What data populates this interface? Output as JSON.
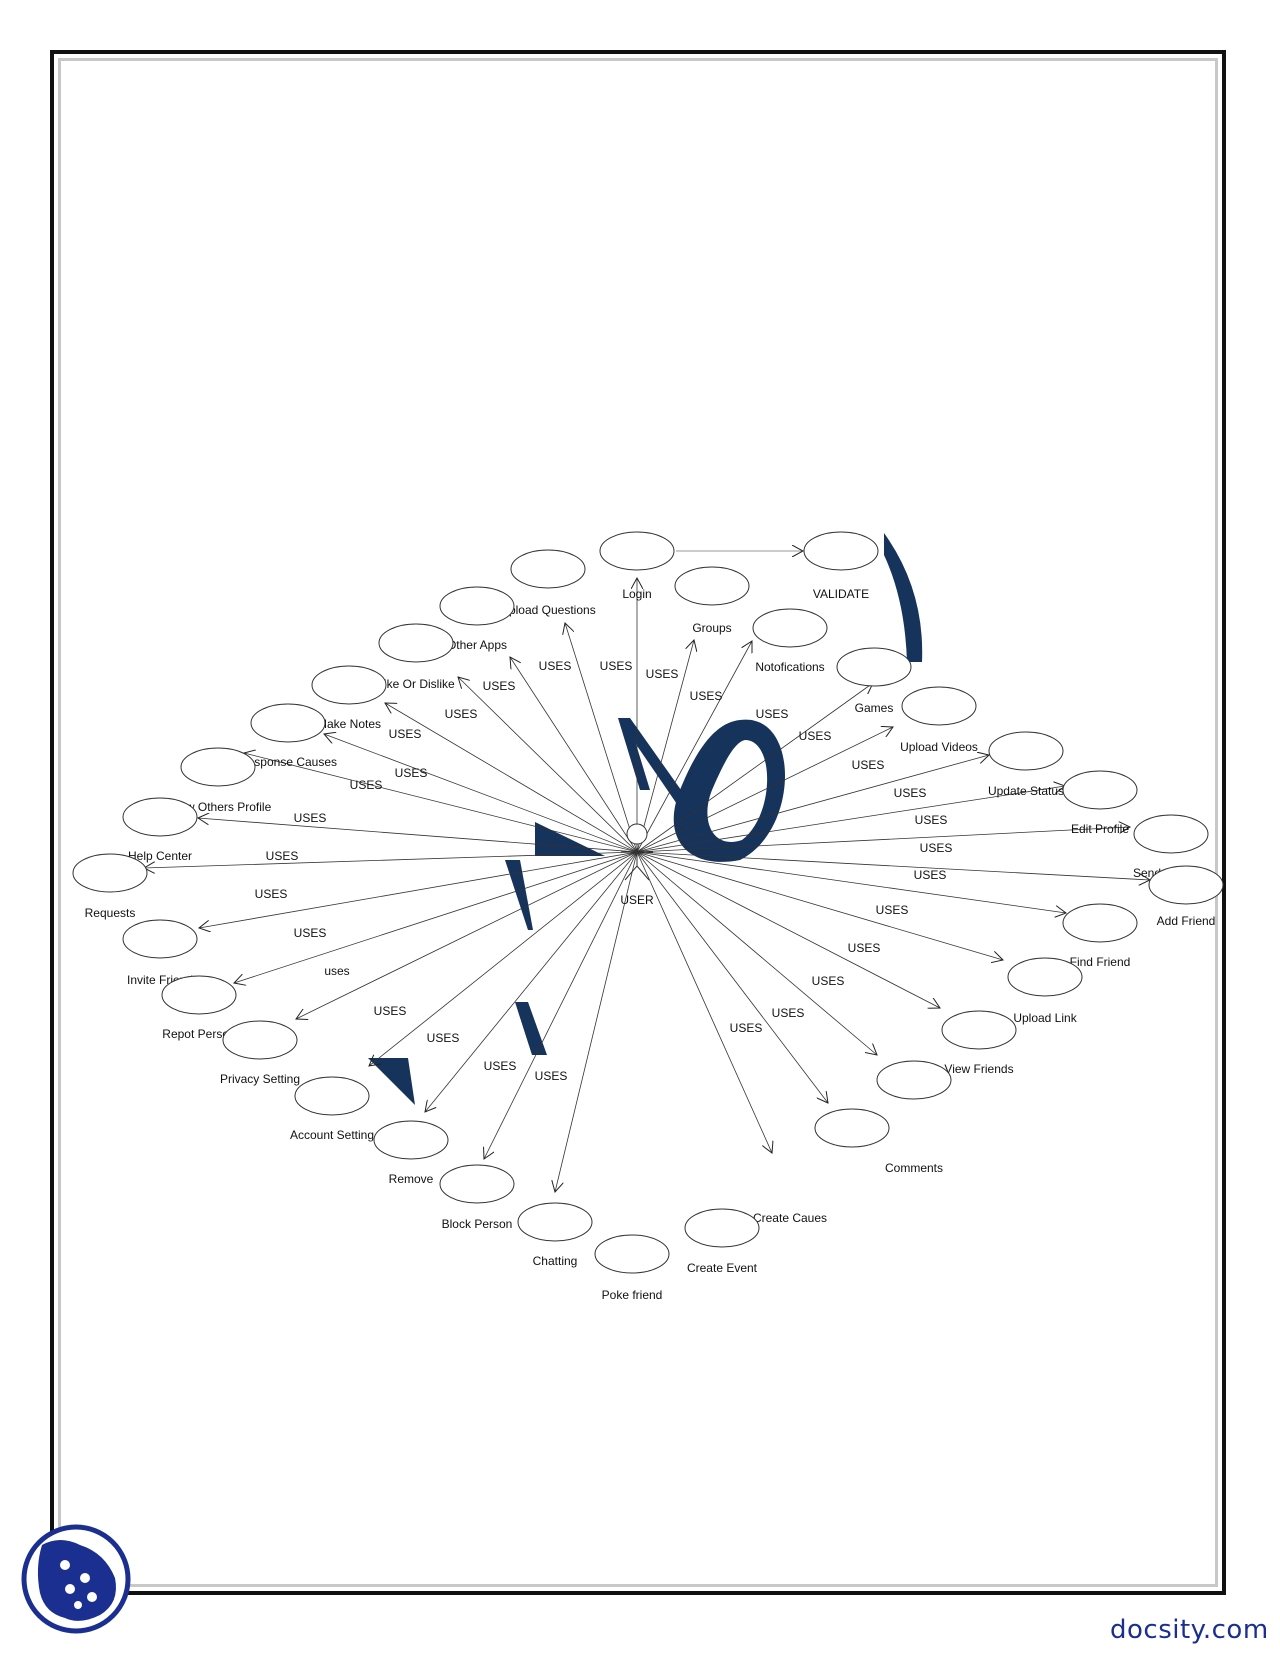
{
  "actor": {
    "label": "USER"
  },
  "usecases": [
    {
      "id": "login",
      "label": "Login"
    },
    {
      "id": "validate",
      "label": "VALIDATE"
    },
    {
      "id": "upload_questions",
      "label": "Upload Questions"
    },
    {
      "id": "groups",
      "label": "Groups"
    },
    {
      "id": "other_apps",
      "label": "Other Apps"
    },
    {
      "id": "notifications",
      "label": "Notofications"
    },
    {
      "id": "like_dislike",
      "label": "Like Or Dislike"
    },
    {
      "id": "games",
      "label": "Games"
    },
    {
      "id": "make_notes",
      "label": "Make Notes"
    },
    {
      "id": "upload_videos",
      "label": "Upload Videos"
    },
    {
      "id": "response_causes",
      "label": "Response Causes"
    },
    {
      "id": "update_status",
      "label": "Update Status"
    },
    {
      "id": "view_others_profile",
      "label": "View Others Profile"
    },
    {
      "id": "edit_profile",
      "label": "Edit Profile"
    },
    {
      "id": "help_center",
      "label": "Help Center"
    },
    {
      "id": "send_message",
      "label": "Send Message"
    },
    {
      "id": "requests",
      "label": "Requests"
    },
    {
      "id": "add_friend",
      "label": "Add Friend"
    },
    {
      "id": "invite_friend",
      "label": "Invite Friend"
    },
    {
      "id": "find_friend",
      "label": "Find Friend"
    },
    {
      "id": "repot_person",
      "label": "Repot Person"
    },
    {
      "id": "upload_link",
      "label": "Upload Link"
    },
    {
      "id": "privacy_setting",
      "label": "Privacy Setting"
    },
    {
      "id": "view_friends",
      "label": "View Friends"
    },
    {
      "id": "account_setting",
      "label": "Account Setting"
    },
    {
      "id": "comments",
      "label": "Comments"
    },
    {
      "id": "remove",
      "label": "Remove"
    },
    {
      "id": "create_caues",
      "label": "Create Caues"
    },
    {
      "id": "block_person",
      "label": "Block Person"
    },
    {
      "id": "create_event",
      "label": "Create Event"
    },
    {
      "id": "chatting",
      "label": "Chatting"
    },
    {
      "id": "poke_friend",
      "label": "Poke friend"
    }
  ],
  "relations": [
    {
      "to": "upload_questions",
      "label": "USES"
    },
    {
      "to": "login",
      "label": "USES"
    },
    {
      "to": "groups",
      "label": "USES"
    },
    {
      "to": "other_apps",
      "label": "USES"
    },
    {
      "to": "notifications",
      "label": "USES"
    },
    {
      "to": "like_dislike",
      "label": "USES"
    },
    {
      "to": "games",
      "label": "USES"
    },
    {
      "to": "make_notes",
      "label": "USES"
    },
    {
      "to": "upload_videos",
      "label": "USES"
    },
    {
      "to": "response_causes",
      "label": "USES"
    },
    {
      "to": "update_status",
      "label": "USES"
    },
    {
      "to": "view_others_profile",
      "label": "USES"
    },
    {
      "to": "edit_profile",
      "label": "USES"
    },
    {
      "to": "help_center",
      "label": "USES"
    },
    {
      "to": "send_message",
      "label": "USES"
    },
    {
      "to": "requests",
      "label": "USES"
    },
    {
      "to": "add_friend",
      "label": "USES"
    },
    {
      "to": "invite_friend",
      "label": "USES"
    },
    {
      "to": "find_friend",
      "label": "USES"
    },
    {
      "to": "repot_person",
      "label": "USES"
    },
    {
      "to": "upload_link",
      "label": "USES"
    },
    {
      "to": "privacy_setting",
      "label": "uses"
    },
    {
      "to": "view_friends",
      "label": "USES"
    },
    {
      "to": "remove",
      "label": "USES"
    },
    {
      "to": "comments",
      "label": "USES"
    },
    {
      "to": "block_person",
      "label": "USES"
    },
    {
      "to": "create_caues",
      "label": "USES"
    },
    {
      "to": "chatting",
      "label": "USES"
    },
    {
      "to": "create_event",
      "label": "USES"
    },
    {
      "to": "poke_friend",
      "label": "USES"
    },
    {
      "to": "validate",
      "label": ""
    }
  ],
  "brand": {
    "text": "docsity.com",
    "color": "#1a2f8f"
  },
  "watermark": {
    "color": "#16335c"
  }
}
